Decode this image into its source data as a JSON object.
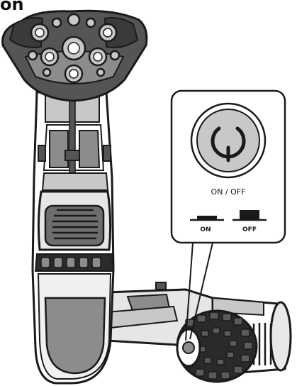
{
  "header": {
    "title_fragment": "on"
  },
  "callout": {
    "power_button_label": "ON / OFF",
    "switch_on_label": "ON",
    "switch_off_label": "OFF"
  },
  "colors": {
    "outline": "#1a1a1a",
    "dark_gray": "#555555",
    "mid_gray": "#8c8c8c",
    "light_gray": "#c8c8c8",
    "grip_gray": "#6e6e6e",
    "white": "#ffffff"
  }
}
